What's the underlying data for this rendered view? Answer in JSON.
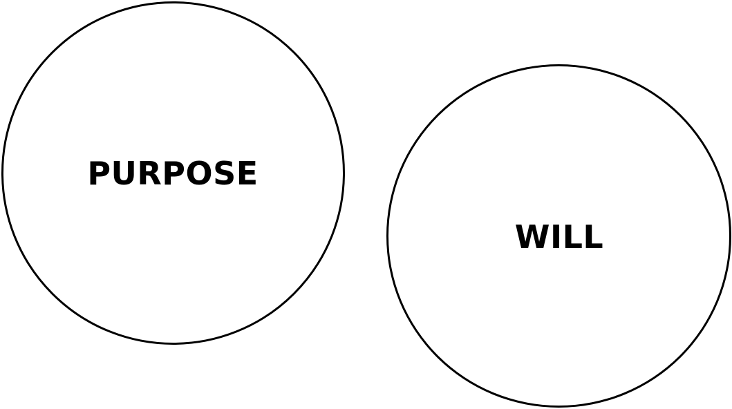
{
  "nodes": [
    {
      "id": "purpose",
      "label": "PURPOSE"
    },
    {
      "id": "will",
      "label": "WILL"
    }
  ],
  "colors": {
    "stroke": "#000000",
    "text": "#000000",
    "background": "#ffffff"
  }
}
